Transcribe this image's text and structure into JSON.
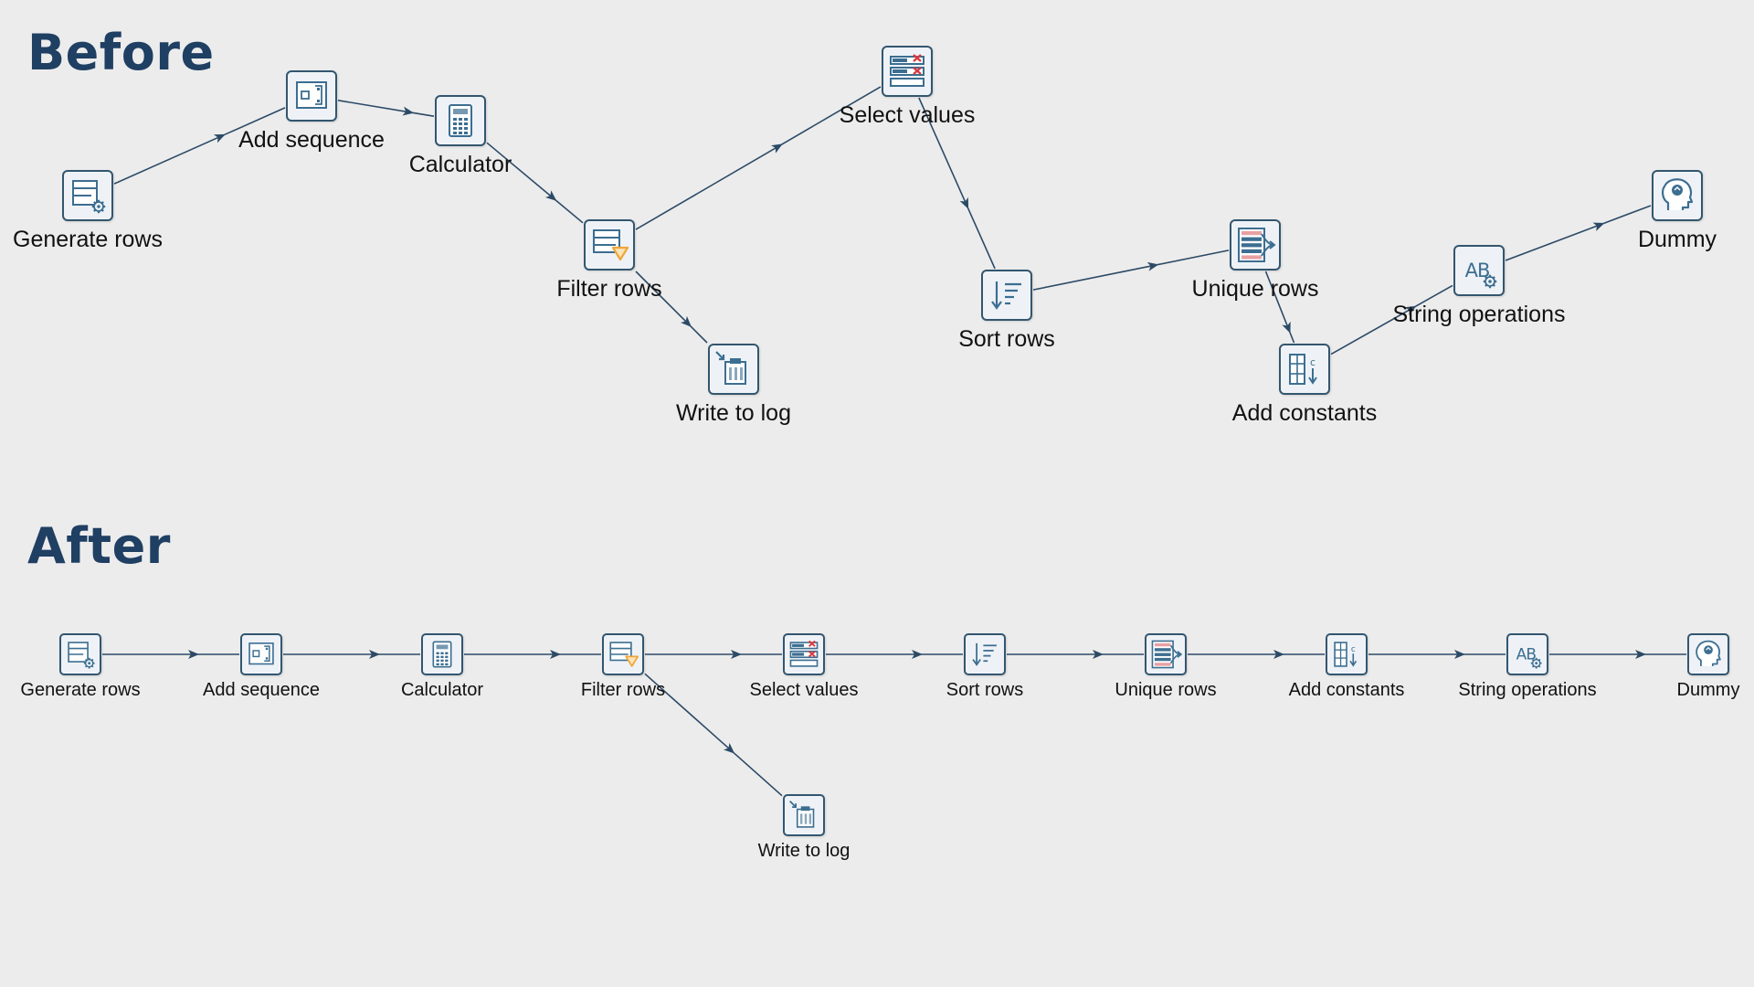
{
  "headings": {
    "before": "Before",
    "after": "After"
  },
  "colors": {
    "heading": "#1f3f63",
    "node_border": "#33566f",
    "hop": "#2c4a66",
    "icon_blue": "#3c6e91",
    "icon_red": "#d9393e",
    "icon_orange": "#f0a63a"
  },
  "steps": [
    {
      "id": "generate-rows",
      "label": "Generate rows",
      "icon": "generate-rows-icon"
    },
    {
      "id": "add-sequence",
      "label": "Add sequence",
      "icon": "add-sequence-icon"
    },
    {
      "id": "calculator",
      "label": "Calculator",
      "icon": "calculator-icon"
    },
    {
      "id": "filter-rows",
      "label": "Filter rows",
      "icon": "filter-rows-icon"
    },
    {
      "id": "select-values",
      "label": "Select values",
      "icon": "select-values-icon"
    },
    {
      "id": "sort-rows",
      "label": "Sort rows",
      "icon": "sort-rows-icon"
    },
    {
      "id": "unique-rows",
      "label": "Unique rows",
      "icon": "unique-rows-icon"
    },
    {
      "id": "add-constants",
      "label": "Add constants",
      "icon": "add-constants-icon"
    },
    {
      "id": "string-operations",
      "label": "String operations",
      "icon": "string-operations-icon"
    },
    {
      "id": "dummy",
      "label": "Dummy",
      "icon": "dummy-icon"
    },
    {
      "id": "write-to-log",
      "label": "Write to log",
      "icon": "write-to-log-icon"
    }
  ],
  "hops": [
    [
      "generate-rows",
      "add-sequence"
    ],
    [
      "add-sequence",
      "calculator"
    ],
    [
      "calculator",
      "filter-rows"
    ],
    [
      "filter-rows",
      "select-values"
    ],
    [
      "filter-rows",
      "write-to-log"
    ],
    [
      "select-values",
      "sort-rows"
    ],
    [
      "sort-rows",
      "unique-rows"
    ],
    [
      "unique-rows",
      "add-constants"
    ],
    [
      "add-constants",
      "string-operations"
    ],
    [
      "string-operations",
      "dummy"
    ]
  ]
}
